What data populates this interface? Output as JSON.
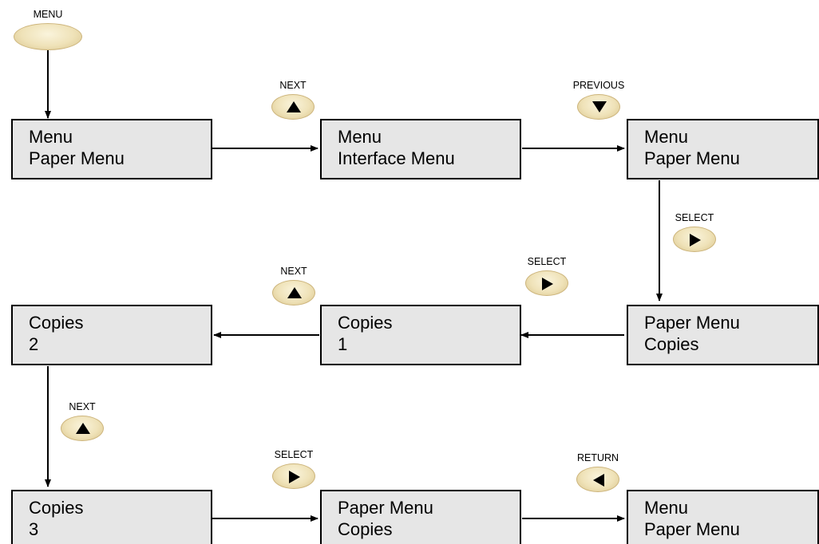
{
  "buttons": {
    "menu": "MENU",
    "next_1": "NEXT",
    "previous": "PREVIOUS",
    "select_1": "SELECT",
    "next_2": "NEXT",
    "select_2": "SELECT",
    "next_3": "NEXT",
    "select_3": "SELECT",
    "return": "RETURN"
  },
  "displays": {
    "row1_a": {
      "line1": "Menu",
      "line2": "Paper Menu"
    },
    "row1_b": {
      "line1": "Menu",
      "line2": "Interface Menu"
    },
    "row1_c": {
      "line1": "Menu",
      "line2": "Paper Menu"
    },
    "row2_a": {
      "line1": "Copies",
      "line2": "2"
    },
    "row2_b": {
      "line1": "Copies",
      "line2": "1"
    },
    "row2_c": {
      "line1": "Paper Menu",
      "line2": "Copies"
    },
    "row3_a": {
      "line1": "Copies",
      "line2": "3"
    },
    "row3_b": {
      "line1": "Paper Menu",
      "line2": "Copies"
    },
    "row3_c": {
      "line1": "Menu",
      "line2": "Paper Menu"
    }
  },
  "icons": {
    "menu": "menu-button-icon",
    "next": "up-arrow-icon",
    "previous": "down-arrow-icon",
    "select": "right-arrow-icon",
    "return": "left-arrow-icon"
  },
  "colors": {
    "display_bg": "#e6e6e6",
    "button_fill": "#efe2b8",
    "button_border": "#cdb57c",
    "line": "#000000"
  }
}
